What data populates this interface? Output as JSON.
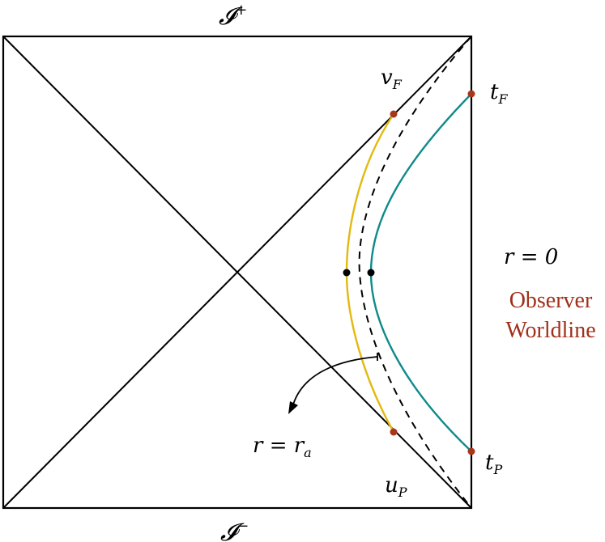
{
  "labels": {
    "scri_future": "𝓘⁺",
    "scri_past": "𝓘⁻",
    "v_f": "v",
    "v_f_sub": "F",
    "t_f": "t",
    "t_f_sub": "F",
    "t_p": "t",
    "t_p_sub": "P",
    "u_p": "u",
    "u_p_sub": "P",
    "r_zero": "r = 0",
    "r_ra": "r = r",
    "r_ra_sub": "a",
    "observer_line1": "Observer",
    "observer_line2": "Worldline"
  },
  "colors": {
    "frame": "#000000",
    "yellow_curve": "#e3b90f",
    "teal_curve": "#0f8a8a",
    "dashed_curve": "#000000",
    "endpoints": "#a8361a",
    "observer_text": "#a0301a",
    "midpoints": "#000000"
  }
}
